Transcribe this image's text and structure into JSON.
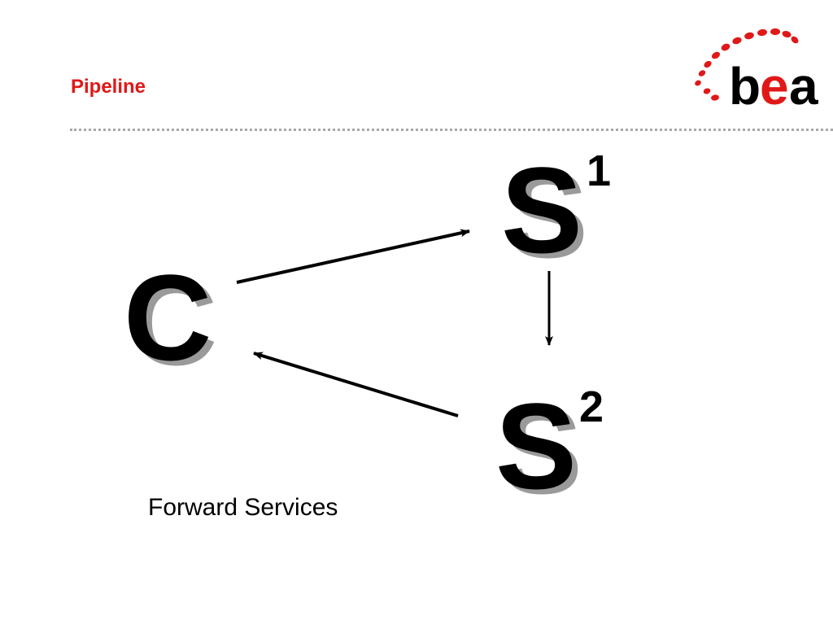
{
  "slide": {
    "title": "Pipeline",
    "caption": "Forward Services"
  },
  "logo": {
    "text_b": "b",
    "text_e": "e",
    "text_a": "a",
    "brand_color": "#e01818",
    "text_color": "#000000"
  },
  "diagram": {
    "nodes": {
      "c": {
        "label": "C"
      },
      "s1": {
        "label": "S",
        "superscript": "1"
      },
      "s2": {
        "label": "S",
        "superscript": "2"
      }
    },
    "edges": [
      {
        "from": "C",
        "to": "S1"
      },
      {
        "from": "S1",
        "to": "S2"
      },
      {
        "from": "S2",
        "to": "C"
      }
    ]
  },
  "colors": {
    "title": "#e01818",
    "divider": "#a8a8a8",
    "text": "#000000",
    "shadow": "#9a9a9a"
  }
}
